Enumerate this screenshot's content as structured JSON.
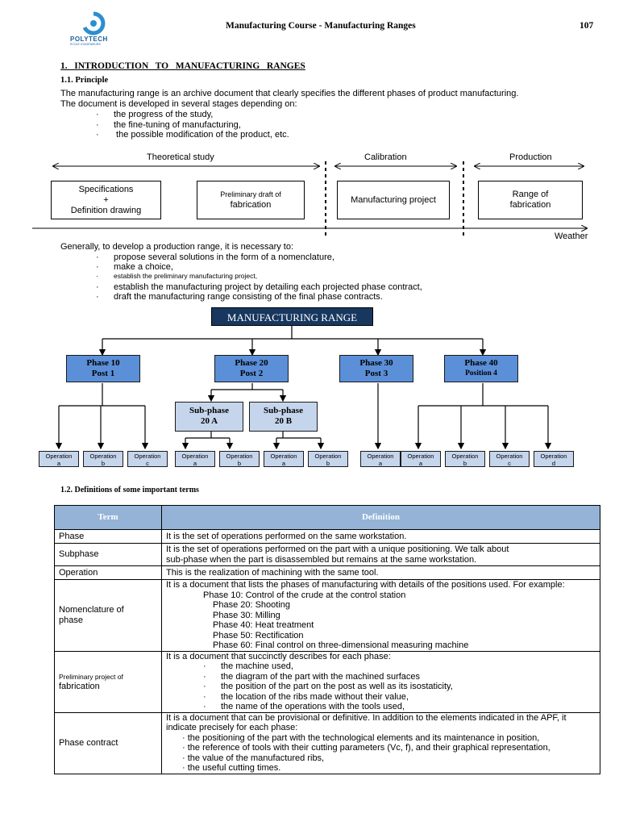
{
  "header": {
    "logo_text": "POLYTECH",
    "logo_tagline": "ÉCOLE D'INGÉNIEURS",
    "title": "Manufacturing Course - Manufacturing Ranges",
    "page_number": "107"
  },
  "section1": {
    "heading": "1.   INTRODUCTION   TO   MANUFACTURING   RANGES",
    "sub_heading": "1.1. Principle",
    "para1": "The manufacturing range is an archive document that clearly specifies the different phases of product manufacturing.",
    "para2": "The document is developed in several stages depending on:",
    "bullets": [
      "the progress of the study,",
      "the fine-tuning of manufacturing,",
      " the possible modification of the product, etc."
    ]
  },
  "timeline": {
    "labels": [
      "Theoretical study",
      "Calibration",
      "Production"
    ],
    "boxes": [
      {
        "line1": "Specifications",
        "line2": "+",
        "line3": "Definition drawing"
      },
      {
        "line1": "Preliminary draft of",
        "line2": "fabrication"
      },
      {
        "line1": "Manufacturing project"
      },
      {
        "line1": "Range of",
        "line2": "fabrication"
      }
    ],
    "axis_label": "Weather"
  },
  "steps": {
    "intro": "Generally, to develop a production range, it is necessary to:",
    "items": [
      "propose several solutions in the form of a nomenclature,",
      "make a choice,",
      "establish the preliminary manufacturing project,",
      "establish the manufacturing project by detailing each projected phase contract,",
      "draft the manufacturing range consisting of the final phase contracts."
    ]
  },
  "tree": {
    "root": "MANUFACTURING RANGE",
    "phases": [
      {
        "line1": "Phase 10",
        "line2": "Post 1"
      },
      {
        "line1": "Phase 20",
        "line2": "Post 2"
      },
      {
        "line1": "Phase 30",
        "line2": "Post 3"
      },
      {
        "line1": "Phase 40",
        "line2": "Position 4"
      }
    ],
    "subphases": [
      {
        "line1": "Sub-phase",
        "line2": "20 A"
      },
      {
        "line1": "Sub-phase",
        "line2": "20 B"
      }
    ],
    "op_word": "Operation",
    "operations": [
      "a",
      "b",
      "c",
      "a",
      "b",
      "a",
      "b",
      "a",
      "a",
      "b",
      "c",
      "d"
    ],
    "colors": {
      "root": "#17375e",
      "phase": "#5b8fd8",
      "sub": "#c5d5ec",
      "op": "#c5d5ec"
    }
  },
  "section12": {
    "heading": "1.2. Definitions of some important terms",
    "col_term": "Term",
    "col_definition": "Definition",
    "header_color": "#95b3d7",
    "rows": {
      "phase": {
        "term": "Phase",
        "def": "It is the set of operations performed on the same workstation."
      },
      "subphase": {
        "term": "Subphase",
        "def1": "It is the set of operations performed on the part with a unique positioning. We talk about",
        "def2": "sub-phase when the part is disassembled but remains at the same workstation."
      },
      "operation": {
        "term": "Operation",
        "def": "This is the realization of machining with the same tool."
      },
      "nomenclature": {
        "term1": "Nomenclature of",
        "term2": "phase",
        "def": "It is a document that lists the phases of manufacturing with details of the positions used. For example:",
        "items": [
          "Phase 10: Control of the crude at the control station",
          "Phase 20: Shooting",
          "Phase 30: Milling",
          "Phase 40: Heat treatment",
          "Phase 50: Rectification",
          "Phase 60: Final control on three-dimensional measuring machine"
        ]
      },
      "preliminary": {
        "term1": "Preliminary project of",
        "term2": "fabrication",
        "def": "It is a document that succinctly describes for each phase:",
        "items": [
          "the machine used,",
          "the diagram of the part with the machined surfaces",
          "the position of the part on the post as well as its isostaticity,",
          "the location of the ribs made without their value,",
          "the name of the operations with the tools used,"
        ]
      },
      "contract": {
        "term": "Phase contract",
        "def1": "It is a document that can be provisional or definitive. In addition to the elements indicated in the APF, it",
        "def2": "indicate precisely for each phase:",
        "items": [
          "the positioning of the part with the technological elements and its maintenance in position,",
          "the reference of tools with their cutting parameters (Vc, f), and their graphical representation,",
          "the value of the manufactured ribs,",
          "the useful cutting times."
        ]
      }
    }
  }
}
